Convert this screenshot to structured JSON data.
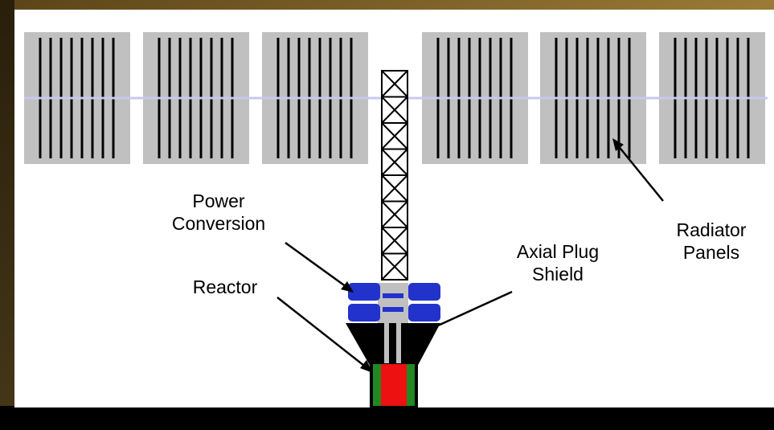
{
  "labels": {
    "power_conversion": [
      "Power",
      "Conversion"
    ],
    "reactor": [
      "Reactor"
    ],
    "axial_plug_shield": [
      "Axial Plug",
      "Shield"
    ],
    "radiator_panels": [
      "Radiator",
      "Panels"
    ]
  },
  "colors": {
    "background": "#ffffff",
    "border_texture": "#8a6a2a",
    "radiator_panel": "#c0c0c0",
    "radiator_line": "#000000",
    "coolant_line": "#c8c8f0",
    "truss": "#000000",
    "power_conversion_unit": "#2233cc",
    "shield": "#000000",
    "reactor_core": "#ee1111",
    "reflector": "#228822"
  },
  "icons": {
    "truss": "truss-lattice",
    "radiator": "radiator-panel"
  }
}
